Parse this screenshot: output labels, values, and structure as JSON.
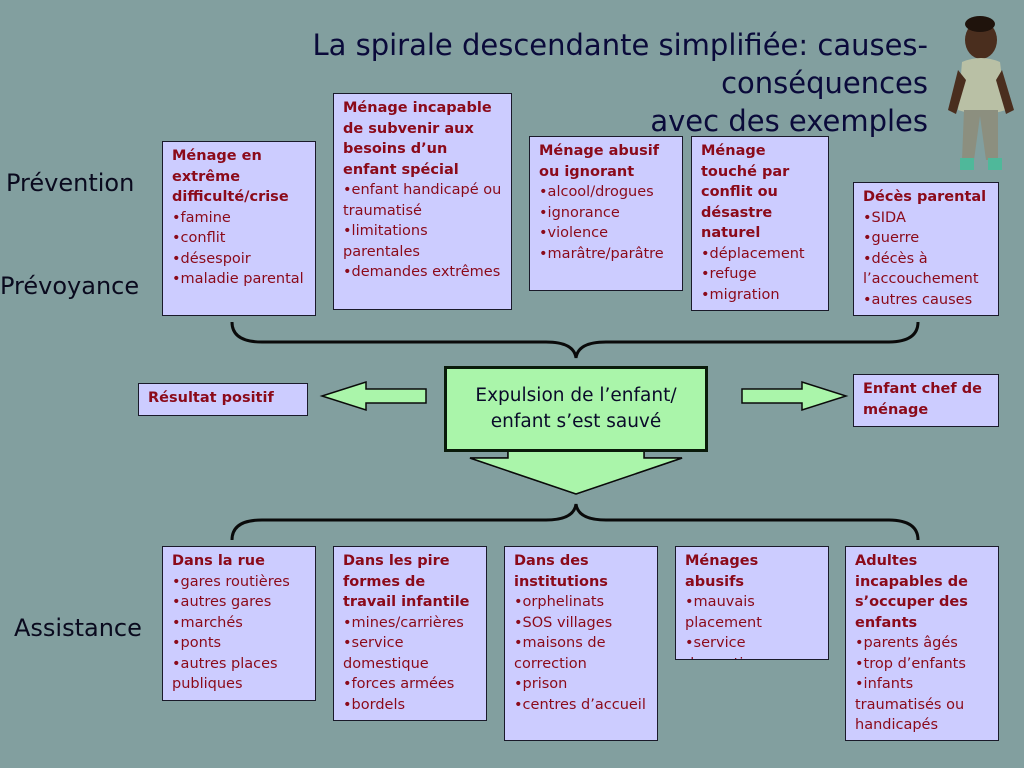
{
  "title": {
    "line1": "La spirale descendante simplifiée: causes-conséquences",
    "line2": "avec des exemples"
  },
  "labels": {
    "prevention": "Prévention",
    "prevoyance": "Prévoyance",
    "assistance": "Assistance"
  },
  "causes": [
    {
      "heading": "Ménage en extrême difficulté/crise",
      "items": [
        "•famine",
        "•conflit",
        "•désespoir",
        "•maladie parental"
      ]
    },
    {
      "heading": "Ménage incapable de subvenir aux besoins d’un enfant spécial",
      "items": [
        "•enfant handicapé ou traumatisé",
        "•limitations parentales",
        "•demandes extrêmes"
      ]
    },
    {
      "heading": "Ménage abusif ou ignorant",
      "items": [
        "•alcool/drogues",
        "•ignorance",
        "•violence",
        "•marâtre/parâtre"
      ]
    },
    {
      "heading": "Ménage touché par conflit ou désastre naturel",
      "items": [
        "•déplacement",
        "•refuge",
        "•migration"
      ]
    },
    {
      "heading": "Décès parental",
      "items": [
        "•SIDA",
        "•guerre",
        "•décès à l’accouchement",
        "•autres causes"
      ]
    }
  ],
  "center": {
    "line1": "Expulsion de l’enfant/",
    "line2": "enfant s’est sauvé"
  },
  "left_result": "Résultat positif",
  "right_result": "Enfant chef de ménage",
  "outcomes": [
    {
      "heading": "Dans la rue",
      "items": [
        "•gares routières",
        "•autres gares",
        "•marchés",
        "•ponts",
        "•autres places publiques"
      ]
    },
    {
      "heading": "Dans les pire formes de travail infantile",
      "items": [
        "•mines/carrières",
        "•service domestique",
        "•forces armées",
        "•bordels"
      ]
    },
    {
      "heading": "Dans des institutions",
      "items": [
        "•orphelinats",
        "•SOS villages",
        "•maisons de correction",
        "•prison",
        "•centres d’accueil"
      ]
    },
    {
      "heading": "Ménages abusifs",
      "items": [
        "•mauvais placement",
        "•service domestique"
      ]
    },
    {
      "heading": "Adultes incapables de s’occuper des enfants",
      "items": [
        "•parents âgés",
        "•trop d’enfants",
        "•infants traumatisés ou handicapés"
      ]
    }
  ],
  "colors": {
    "background": "#829f9f",
    "box_fill": "#ccccff",
    "box_text": "#8b0a1a",
    "arrow_fill": "#aaf5aa"
  }
}
